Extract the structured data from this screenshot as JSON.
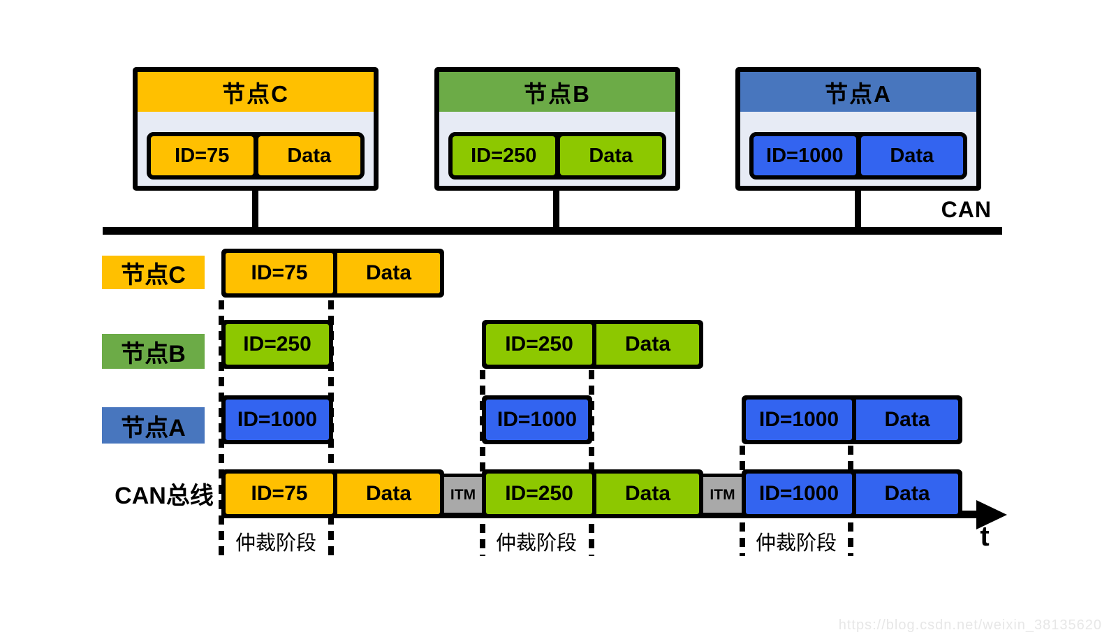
{
  "colors": {
    "yellow": "#FFC000",
    "green_header": "#6CAB47",
    "green_frame": "#8DC800",
    "blue_header": "#4876BE",
    "blue_frame": "#3364F0",
    "itm_gray": "#A9A9A9",
    "node_body": "#E7EBF5",
    "line_black": "#000000"
  },
  "nodes": [
    {
      "title": "节点C",
      "id": "ID=75",
      "data": "Data"
    },
    {
      "title": "节点B",
      "id": "ID=250",
      "data": "Data"
    },
    {
      "title": "节点A",
      "id": "ID=1000",
      "data": "Data"
    }
  ],
  "bus": {
    "can_label": "CAN"
  },
  "timeline": {
    "row_c": {
      "label": "节点C",
      "f1_id": "ID=75",
      "f1_data": "Data"
    },
    "row_b": {
      "label": "节点B",
      "f1_id": "ID=250",
      "f2_id": "ID=250",
      "f2_data": "Data"
    },
    "row_a": {
      "label": "节点A",
      "f1_id": "ID=1000",
      "f2_id": "ID=1000",
      "f3_id": "ID=1000",
      "f3_data": "Data"
    },
    "row_bus": {
      "label": "CAN总线",
      "s1_id": "ID=75",
      "s1_data": "Data",
      "itm1": "ITM",
      "s2_id": "ID=250",
      "s2_data": "Data",
      "itm2": "ITM",
      "s3_id": "ID=1000",
      "s3_data": "Data"
    },
    "phases": [
      "仲裁阶段",
      "仲裁阶段",
      "仲裁阶段"
    ],
    "axis_label": "t"
  },
  "watermark": "https://blog.csdn.net/weixin_38135620"
}
